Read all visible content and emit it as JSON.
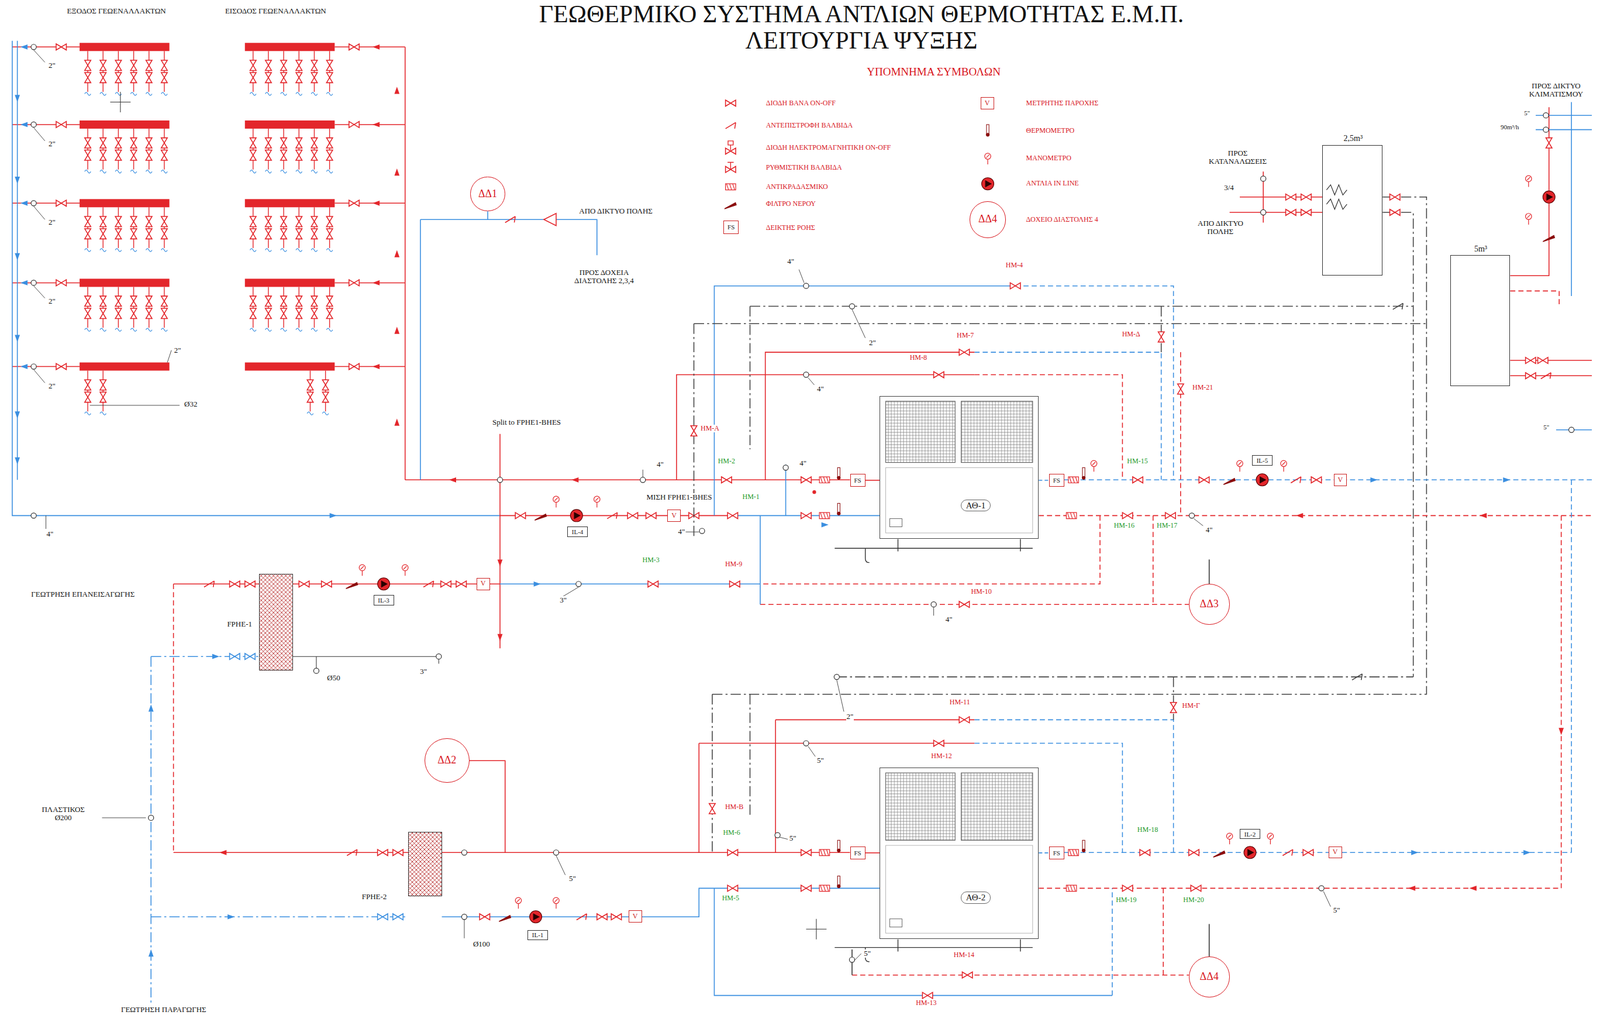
{
  "diagram": {
    "title": "ΓΕΩΘΕΡΜΙΚΟ ΣΥΣΤΗΜΑ ΑΝΤΛΙΩΝ ΘΕΡΜΟΤΗΤΑΣ Ε.Μ.Π. ΛΕΙΤΟΥΡΓΙΑ ΨΥΞΗΣ",
    "nodes": [
      {
        "text": [
          "ΔΔ1"
        ]
      },
      {
        "text": [
          "ΔΔ2"
        ]
      },
      {
        "text": [
          "ΔΔ3"
        ]
      },
      {
        "text": [
          "ΔΔ4"
        ]
      },
      {
        "text": [
          "ΑΘ-1"
        ]
      },
      {
        "text": [
          "ΑΘ-2"
        ]
      },
      {
        "text": [
          "FPHE-1"
        ]
      },
      {
        "text": [
          "FPHE-2"
        ]
      },
      {
        "text": [
          "2,5m³"
        ]
      },
      {
        "text": [
          "5m³"
        ]
      },
      {
        "text": [
          "ΔΔ4"
        ]
      },
      {
        "text": [
          "FS"
        ]
      },
      {
        "text": [
          "FS"
        ]
      },
      {
        "text": [
          "FS"
        ]
      },
      {
        "text": [
          "FS"
        ]
      },
      {
        "text": [
          "FS"
        ]
      },
      {
        "text": [
          "V"
        ]
      },
      {
        "text": [
          "V"
        ]
      },
      {
        "text": [
          "V"
        ]
      },
      {
        "text": [
          "V"
        ]
      },
      {
        "text": [
          "V"
        ]
      },
      {
        "text": [
          "V"
        ]
      },
      {
        "text": [
          "IL-4"
        ]
      },
      {
        "text": [
          "IL-3"
        ]
      },
      {
        "text": [
          "IL-5"
        ]
      },
      {
        "text": [
          "IL-2"
        ]
      },
      {
        "text": [
          "IL-1"
        ]
      }
    ],
    "edges": [
      {
        "from": 12,
        "to": 4,
        "arrow": "none"
      },
      {
        "from": 4,
        "to": 13,
        "arrow": "none"
      },
      {
        "from": 14,
        "to": 5,
        "arrow": "none"
      },
      {
        "from": 5,
        "to": 15,
        "arrow": "none"
      }
    ],
    "labels": [
      "ΕΞΟΔΟΣ ΓΕΩΕΝΑΛΛΑΚΤΩΝ",
      "ΕΙΣΟΔΟΣ ΓΕΩΕΝΑΛΛΑΚΤΩΝ",
      "2\"",
      "2\"",
      "2\"",
      "2\"",
      "2\"",
      "2\"",
      "Ø32",
      "ΑΠΟ ΔΙΚΤΥΟ ΠΟΛΗΣ",
      "ΠΡΟΣ ΔΟΧΕΙΑ ΔΙΑΣΤΟΛΗΣ 2,3,4",
      "4\"",
      "Split to FPHE1-BHES",
      "ΜΙΣΗ FPHE1-BHES",
      "4\"",
      "4\"",
      "4\"",
      "2\"",
      "4\"",
      "4\"",
      "HM-4",
      "HM-7",
      "HM-8",
      "HM-Δ",
      "HM-21",
      "HM-A",
      "HM-2",
      "HM-1",
      "HM-15",
      "HM-16",
      "HM-17",
      "HM-3",
      "HM-9",
      "HM-10",
      "3\"",
      "4\"",
      "4\"",
      "ΓΕΩΤΡΗΣΗ ΕΠΑΝΕΙΣΑΓΩΓΗΣ",
      "3\"",
      "Ø50",
      "ΠΛΑΣΤΙΚΟΣ Ø200",
      "Ø100",
      "ΓΕΩΤΡΗΣΗ ΠΑΡΑΓΩΓΗΣ",
      "5\"",
      "2\"",
      "5\"",
      "5\"",
      "HM-11",
      "HM-12",
      "HM-Γ",
      "HM-B",
      "HM-6",
      "HM-5",
      "HM-18",
      "HM-19",
      "HM-20",
      "5\"",
      "HM-14",
      "HM-13",
      "5\"",
      "ΠΡΟΣ ΚΑΤΑΝΑΛΩΣΕΙΣ",
      "3/4",
      "ΑΠΟ ΔΙΚΤΥΟ ΠΟΛΗΣ",
      "ΠΡΟΣ ΔΙΚΤΥΟ ΚΛΙΜΑΤΙΣΜΟΥ",
      "5\"",
      "90m³/h",
      "5\"",
      "ΥΠΟΜΝΗΜΑ ΣΥΜΒΟΛΩΝ"
    ],
    "legend": [
      {
        "text": "ΔΙΟΔΗ ΒΑΝΑ ON-OFF"
      },
      {
        "text": "ΑΝΤΕΠΙΣΤΡΟΦΗ ΒΑΛΒΙΔΑ"
      },
      {
        "text": "ΔΙΟΔΗ ΗΛΕΚΤΡΟΜΑΓΝΗΤΙΚΗ ON-OFF"
      },
      {
        "text": "ΡΥΘΜΙΣΤΙΚΗ ΒΑΛΒΙΔΑ"
      },
      {
        "text": "ΑΝΤΙΚΡΑΔΑΣΜΙΚΟ"
      },
      {
        "text": "ΦΙΛΤΡΟ ΝΕΡΟΥ"
      },
      {
        "text": "ΔΕΙΚΤΗΣ ΡΟΗΣ"
      },
      {
        "text": "ΜΕΤΡΗΤΗΣ ΠΑΡΟΧΗΣ"
      },
      {
        "text": "ΘΕΡΜΟΜΕΤΡΟ"
      },
      {
        "text": "ΜΑΝΟΜΕΤΡΟ"
      },
      {
        "text": "ΑΝΤΛΙΑ IN LINE"
      },
      {
        "text": "ΔΟΧΕΙΟ ΔΙΑΣΤΟΛΗΣ 4"
      }
    ]
  }
}
